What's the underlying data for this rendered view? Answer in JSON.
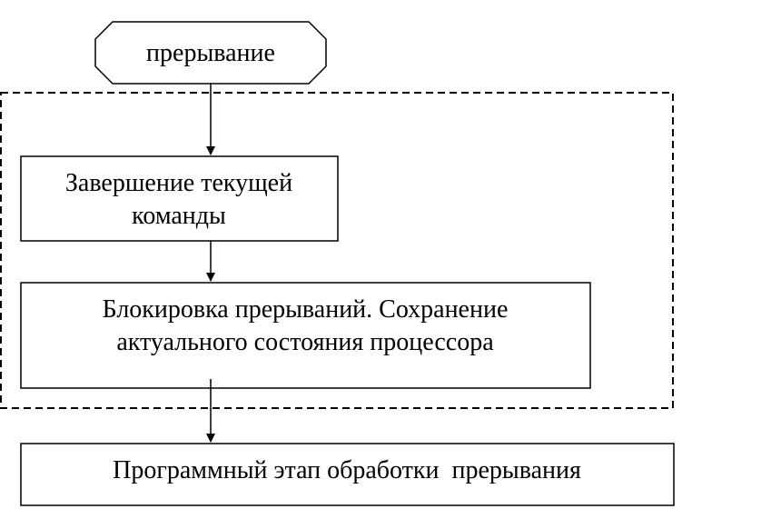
{
  "diagram": {
    "start_node": {
      "label": "прерывание"
    },
    "hardware_group": {
      "style": "dashed"
    },
    "steps": [
      {
        "lines": [
          "Завершение текущей",
          "команды"
        ]
      },
      {
        "lines": [
          "Блокировка прерываний. Сохранение",
          "актуального состояния процессора"
        ]
      },
      {
        "lines": [
          "Программный этап обработки  прерывания"
        ]
      }
    ]
  }
}
